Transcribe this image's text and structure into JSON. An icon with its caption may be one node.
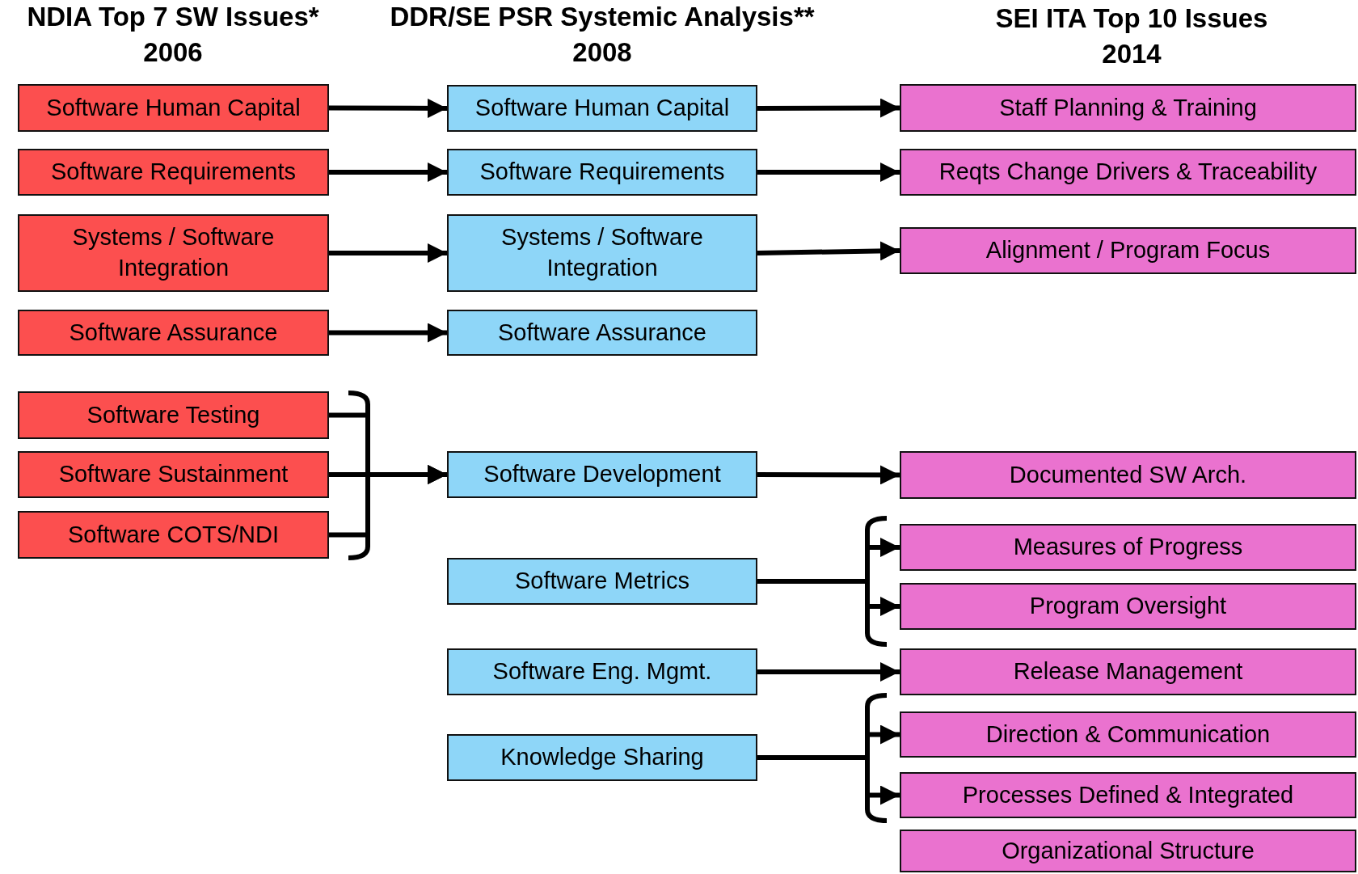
{
  "diagram": {
    "nodes": [
      {
        "text": [
          "Software Human Capital"
        ]
      },
      {
        "text": [
          "Software Requirements"
        ]
      },
      {
        "text": [
          "Systems / Software Integration"
        ]
      },
      {
        "text": [
          "Software Assurance"
        ]
      },
      {
        "text": [
          "Software Testing"
        ]
      },
      {
        "text": [
          "Software Sustainment"
        ]
      },
      {
        "text": [
          "Software COTS/NDI"
        ]
      },
      {
        "text": [
          "Software Human Capital"
        ]
      },
      {
        "text": [
          "Software Requirements"
        ]
      },
      {
        "text": [
          "Systems / Software Integration"
        ]
      },
      {
        "text": [
          "Software Assurance"
        ]
      },
      {
        "text": [
          "Software Development"
        ]
      },
      {
        "text": [
          "Software Metrics"
        ]
      },
      {
        "text": [
          "Software Eng. Mgmt."
        ]
      },
      {
        "text": [
          "Knowledge Sharing"
        ]
      },
      {
        "text": [
          "Staff Planning & Training"
        ]
      },
      {
        "text": [
          "Reqts Change Drivers & Traceability"
        ]
      },
      {
        "text": [
          "Alignment / Program Focus"
        ]
      },
      {
        "text": [
          "Documented SW Arch."
        ]
      },
      {
        "text": [
          "Measures of Progress"
        ]
      },
      {
        "text": [
          "Program Oversight"
        ]
      },
      {
        "text": [
          "Release Management"
        ]
      },
      {
        "text": [
          "Direction & Communication"
        ]
      },
      {
        "text": [
          "Processes Defined & Integrated"
        ]
      },
      {
        "text": [
          "Organizational Structure"
        ]
      }
    ],
    "edges": [
      {
        "from": 0,
        "to": 7,
        "arrow": "to"
      },
      {
        "from": 1,
        "to": 8,
        "arrow": "to"
      },
      {
        "from": 2,
        "to": 9,
        "arrow": "to"
      },
      {
        "from": 3,
        "to": 10,
        "arrow": "to"
      },
      {
        "from": 4,
        "to": 11,
        "arrow": "to"
      },
      {
        "from": 5,
        "to": 11,
        "arrow": "to"
      },
      {
        "from": 6,
        "to": 11,
        "arrow": "to"
      },
      {
        "from": 7,
        "to": 15,
        "arrow": "to"
      },
      {
        "from": 8,
        "to": 16,
        "arrow": "to"
      },
      {
        "from": 9,
        "to": 17,
        "arrow": "to"
      },
      {
        "from": 11,
        "to": 18,
        "arrow": "to"
      },
      {
        "from": 12,
        "to": 19,
        "arrow": "to"
      },
      {
        "from": 12,
        "to": 20,
        "arrow": "to"
      },
      {
        "from": 13,
        "to": 21,
        "arrow": "to"
      },
      {
        "from": 14,
        "to": 22,
        "arrow": "to"
      },
      {
        "from": 14,
        "to": 23,
        "arrow": "to"
      }
    ],
    "labels": [
      "NDIA Top 7 SW Issues*",
      "2006",
      "DDR/SE PSR Systemic Analysis**",
      "2008",
      "SEI ITA Top 10 Issues",
      "2014"
    ]
  }
}
